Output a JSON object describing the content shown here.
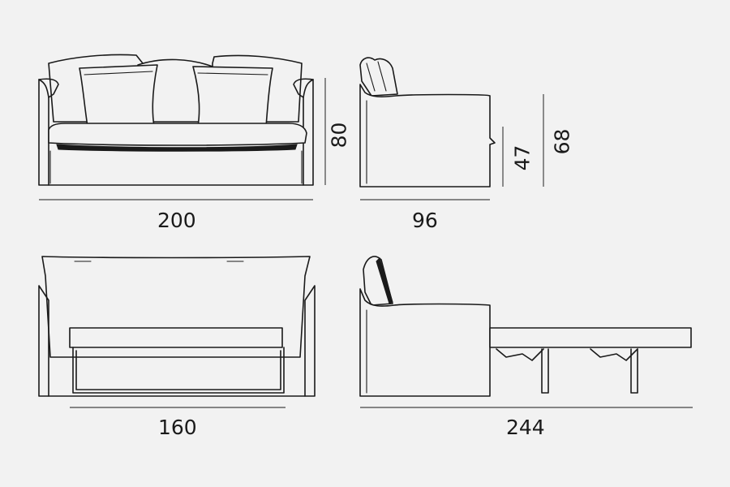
{
  "diagram": {
    "background": "#f2f2f2",
    "line_color": "#1a1a1a",
    "views": [
      {
        "id": "front-view",
        "dimensions": [
          {
            "id": "width",
            "label": "200"
          },
          {
            "id": "height",
            "label": "80"
          }
        ]
      },
      {
        "id": "side-view",
        "dimensions": [
          {
            "id": "depth",
            "label": "96"
          },
          {
            "id": "seat-height",
            "label": "47"
          },
          {
            "id": "back-height",
            "label": "68"
          }
        ]
      },
      {
        "id": "front-bed-view",
        "dimensions": [
          {
            "id": "bed-width",
            "label": "160"
          }
        ]
      },
      {
        "id": "side-bed-view",
        "dimensions": [
          {
            "id": "bed-length",
            "label": "244"
          }
        ]
      }
    ]
  }
}
